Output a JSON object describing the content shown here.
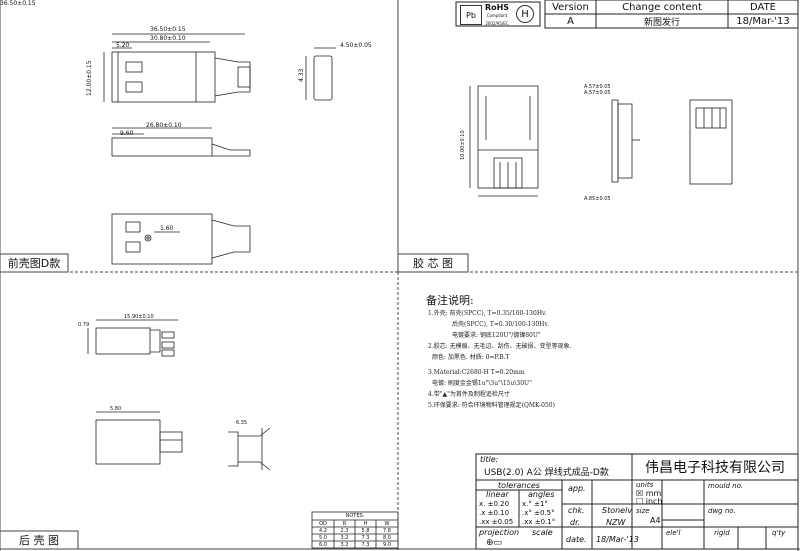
{
  "revision_table": {
    "headers": {
      "version": "Version",
      "change": "Change content",
      "date": "DATE"
    },
    "row": {
      "version": "A",
      "change": "新图发行",
      "date": "18/Mar-'13"
    }
  },
  "logos": {
    "pb": "Pb",
    "rohs": "RoHS",
    "rohs_sub": "Compliant",
    "rohs_sub2": "2002/95/EC"
  },
  "panels": {
    "front_shell": "前壳图D款",
    "plastic_core": "胶 芯 图",
    "rear_shell": "后 壳 图"
  },
  "dimensions": {
    "overall_length": "36.50±0.15",
    "inner_length": "30.80±0.10",
    "tip_offset": "5.20",
    "side_height": "12.00±0.15",
    "right_width": "4.50±0.05",
    "right_height": "4.33",
    "side_length": "26.80±0.10",
    "side_offset": "9.60",
    "hole_dim": "1.60",
    "core_top_a": "A.57±0.05",
    "core_top_b": "A.57±0.05",
    "core_bottom": "A.85±0.05",
    "core_height": "10.00±0.10",
    "rear_len": "15.90±0.10",
    "rear_small": "0.79",
    "rear_b": "5.80",
    "rear_c": "6.35"
  },
  "notes": {
    "title": "备注说明:",
    "lines": [
      "1.外壳: 前壳(SPCC), T=0.35/100-130Hv.",
      "后壳(SPCC), T=0.30/100-130Hv.",
      "电镀要求: 钢底120U\"/镀镍80U\"",
      "2.胶芯: 无模痕、无毛边、刮伤、无破损、变型等现象.",
      "颜色: 加黑色. 材质: 0=P.B.T",
      "3.Material:C2680-H T=0.20mm",
      "电镀: 刷度金金锡1u\"\\3u\"\\15u\\30U\"",
      "4.带\"▲\"为首件及制程追检尺寸",
      "5.环保要求: 符合环境物料管理规定(QMK-050)"
    ]
  },
  "notes_table": {
    "caption": "NOTES:",
    "headers": [
      "OD",
      "R",
      "H",
      "W"
    ],
    "rows": [
      [
        "4.2",
        "2.3",
        "5.8",
        "7.8"
      ],
      [
        "5.0",
        "3.2",
        "7.3",
        "8.0"
      ],
      [
        "6.0",
        "3.2",
        "7.3",
        "9.0"
      ]
    ]
  },
  "title_block": {
    "title_label": "title:",
    "title_value": "USB(2.0) A公 焊线式成品-D款",
    "company": "伟昌电子科技有限公司",
    "tolerances_label": "tolerances",
    "linear_label": "linear",
    "angles_label": "angles",
    "lin_rows": [
      "x.  ±0.20",
      ".x  ±0.10",
      ".xx ±0.05"
    ],
    "ang_rows": [
      "x.° ±1°",
      ".x° ±0.5°",
      ".xx ±0.1°"
    ],
    "app_label": "app.",
    "chk_label": "chk.",
    "chk_value": "Stonelv",
    "dr_label": "dr.",
    "dr_value": "NZW",
    "date_label": "date.",
    "date_value": "18/Mar-'13",
    "projection_label": "projection",
    "scale_label": "scale",
    "units_label": "units",
    "unit_mm": "mm",
    "unit_inch": "inch",
    "size_label": "size",
    "size_value": "A4",
    "mould_label": "mould no.",
    "dwg_label": "dwg no.",
    "ele_label": "ele'l",
    "rigid_label": "rigid",
    "qty_label": "q'ty"
  }
}
